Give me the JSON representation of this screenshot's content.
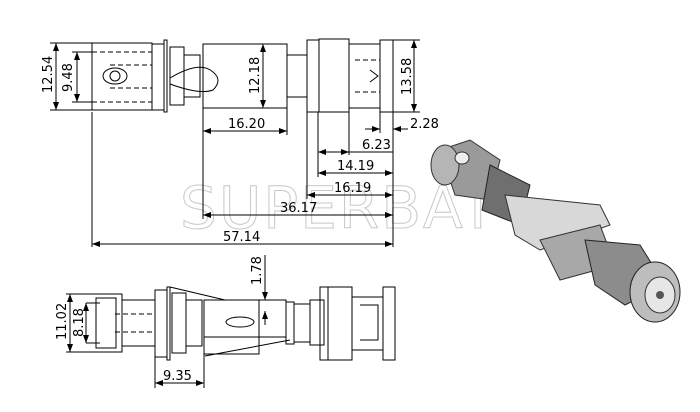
{
  "watermark": "SUPERBAT",
  "top_view": {
    "dims": {
      "d1": "12.54",
      "d2": "9.48",
      "d3": "12.18",
      "d4": "13.58",
      "d5": "2.28",
      "d6": "16.20",
      "d7": "6.23",
      "d8": "14.19",
      "d9": "16.19",
      "d10": "36.17",
      "d11": "57.14"
    }
  },
  "bottom_view": {
    "dims": {
      "d1": "11.02",
      "d2": "8.18",
      "d3": "9.35",
      "d4": "1.78"
    }
  },
  "colors": {
    "line": "#000000",
    "watermark": "#c8c8c8"
  }
}
